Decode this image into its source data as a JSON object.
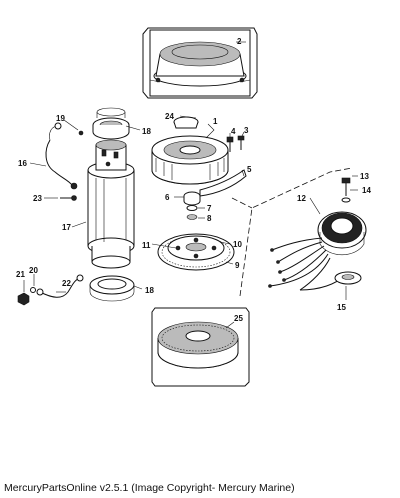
{
  "caption": "MercuryPartsOnline v2.5.1 (Image Copyright- Mercury Marine)",
  "callouts": [
    "1",
    "2",
    "3",
    "4",
    "5",
    "6",
    "7",
    "8",
    "9",
    "10",
    "11",
    "12",
    "13",
    "14",
    "15",
    "16",
    "17",
    "18",
    "18",
    "19",
    "20",
    "21",
    "22",
    "23",
    "24",
    "25"
  ],
  "colors": {
    "ink": "#111111",
    "background": "#ffffff"
  }
}
